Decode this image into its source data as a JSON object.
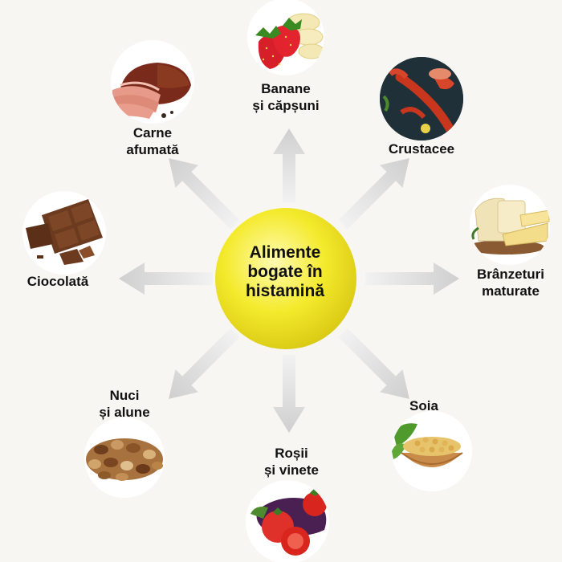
{
  "center": {
    "line1": "Alimente",
    "line2": "bogate în",
    "line3": "histamină"
  },
  "foods": {
    "bananas": {
      "line1": "Banane",
      "line2": "și căpșuni"
    },
    "crustaceans": {
      "line1": "Crustacee"
    },
    "cheese": {
      "line1": "Brânzeturi",
      "line2": "maturate"
    },
    "soy": {
      "line1": "Soia"
    },
    "tomatoes": {
      "line1": "Roșii",
      "line2": "și vinete"
    },
    "nuts": {
      "line1": "Nuci",
      "line2": "și alune"
    },
    "chocolate": {
      "line1": "Ciocolată"
    },
    "ham": {
      "line1": "Carne",
      "line2": "afumată"
    }
  },
  "colors": {
    "center": "#f2e92a",
    "arrow": "#d9d9d9",
    "background": "#f7f6f3"
  }
}
